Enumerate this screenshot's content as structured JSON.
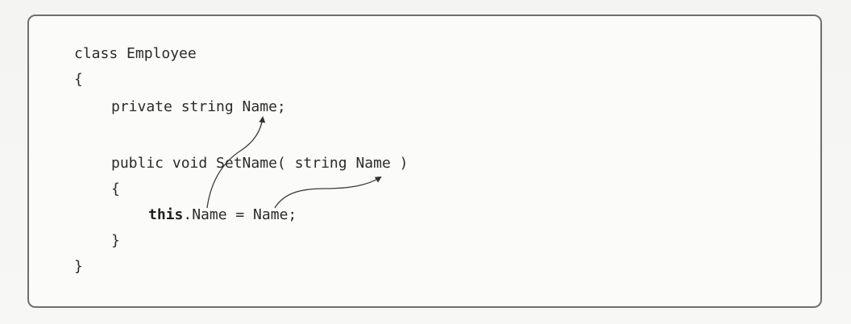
{
  "code": {
    "line1": "class Employee",
    "line2": "{",
    "line3": "private string Name;",
    "line4_prefix": "public void ",
    "line4_method": "SetName",
    "line4_params": "( string Name )",
    "line5": "{",
    "line6_this": "this",
    "line6_rest": ".Name = Name;",
    "line7": "}",
    "line8": "}"
  }
}
